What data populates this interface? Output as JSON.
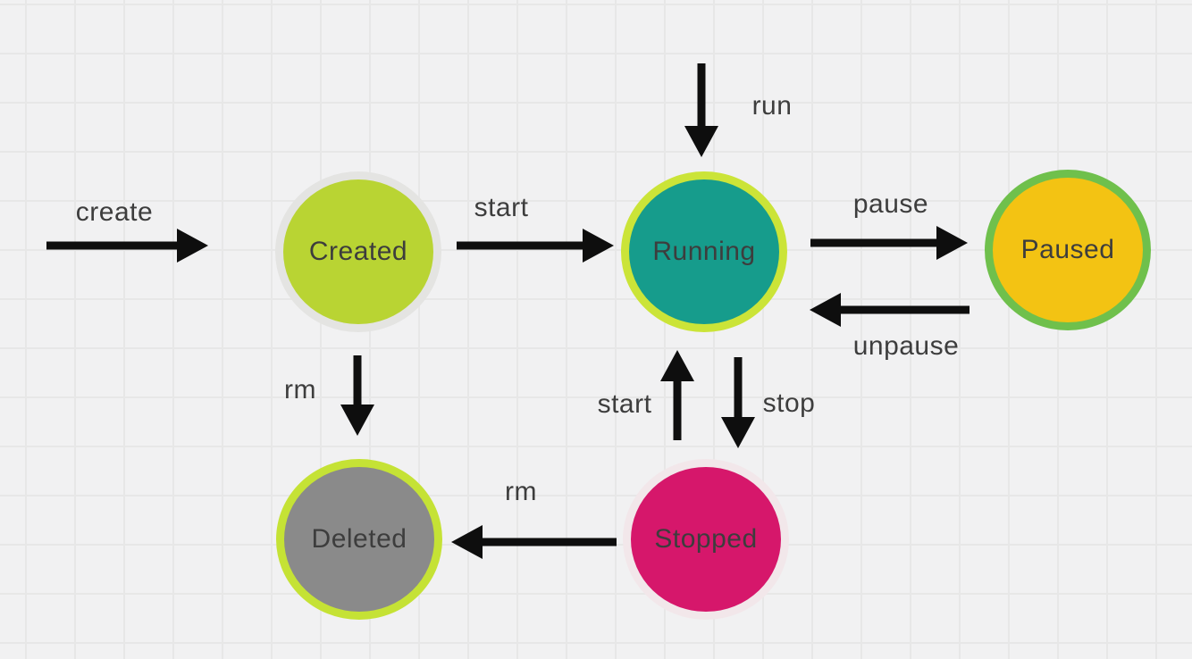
{
  "diagram": {
    "type": "state-diagram",
    "colors": {
      "background": "#f1f1f2",
      "grid": "#e7e7e7",
      "arrow": "#0e0e0e",
      "text": "#3d3d3d"
    },
    "nodes": {
      "created": {
        "label": "Created",
        "fill": "#b9d433",
        "ring": "#e4e4e2"
      },
      "running": {
        "label": "Running",
        "fill": "#169c8c",
        "ring": "#cbe438"
      },
      "paused": {
        "label": "Paused",
        "fill": "#f3c313",
        "ring": "#6fc04c"
      },
      "stopped": {
        "label": "Stopped",
        "fill": "#d6176b",
        "ring": "#f2e7ea"
      },
      "deleted": {
        "label": "Deleted",
        "fill": "#8a8a8a",
        "ring": "#c5e235"
      }
    },
    "edges": {
      "create": {
        "label": "create",
        "from": "start",
        "to": "Created"
      },
      "start_created_running": {
        "label": "start",
        "from": "Created",
        "to": "Running"
      },
      "run": {
        "label": "run",
        "from": "start",
        "to": "Running"
      },
      "pause": {
        "label": "pause",
        "from": "Running",
        "to": "Paused"
      },
      "unpause": {
        "label": "unpause",
        "from": "Paused",
        "to": "Running"
      },
      "rm_created_deleted": {
        "label": "rm",
        "from": "Created",
        "to": "Deleted"
      },
      "start_stopped_running": {
        "label": "start",
        "from": "Stopped",
        "to": "Running"
      },
      "stop": {
        "label": "stop",
        "from": "Running",
        "to": "Stopped"
      },
      "rm_stopped_deleted": {
        "label": "rm",
        "from": "Stopped",
        "to": "Deleted"
      }
    }
  }
}
